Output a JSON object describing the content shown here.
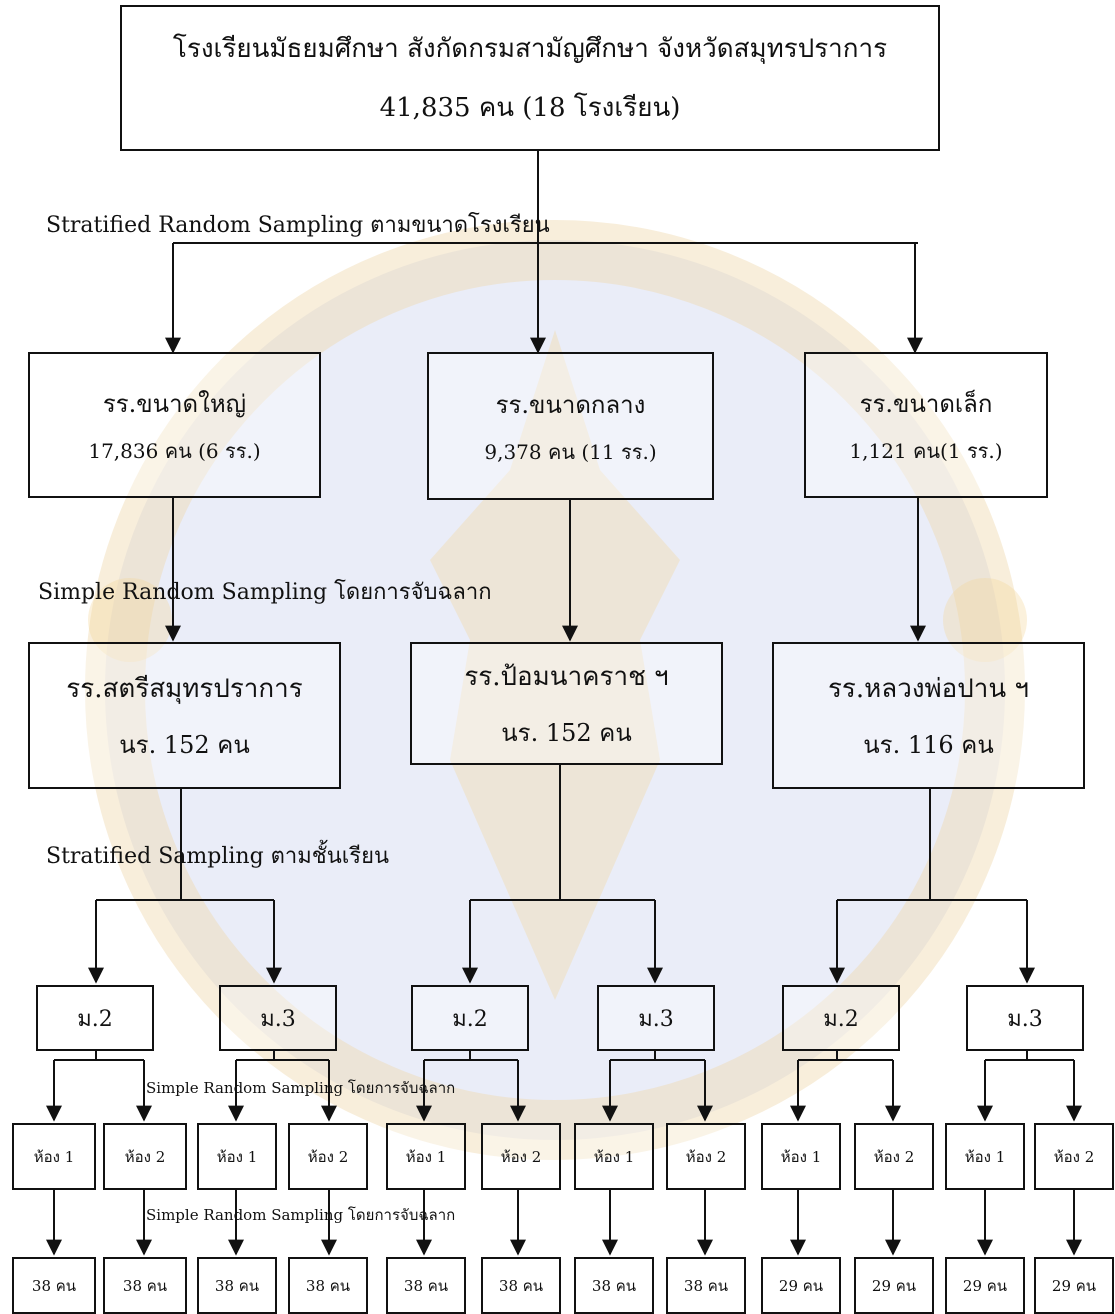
{
  "root": {
    "title": "โรงเรียนมัธยมศึกษา สังกัดกรมสามัญศึกษา จังหวัดสมุทรปราการ",
    "subtitle": "41,835 คน (18 โรงเรียน)"
  },
  "labels": {
    "stratified_by_school_size": "Stratified Random Sampling ตามขนาดโรงเรียน",
    "simple_random_1": "Simple Random Sampling โดยการจับฉลาก",
    "stratified_by_grade": "Stratified Sampling ตามชั้นเรียน",
    "simple_random_2": "Simple Random Sampling โดยการจับฉลาก",
    "simple_random_3": "Simple Random Sampling โดยการจับฉลาก"
  },
  "size_groups": [
    {
      "name": "รร.ขนาดใหญ่",
      "count": "17,836 คน (6 รร.)"
    },
    {
      "name": "รร.ขนาดกลาง",
      "count": "9,378 คน (11 รร.)"
    },
    {
      "name": "รร.ขนาดเล็ก",
      "count": "1,121 คน(1 รร.)"
    }
  ],
  "schools": [
    {
      "name": "รร.สตรีสมุทรปราการ",
      "count": "นร. 152 คน"
    },
    {
      "name": "รร.ป้อมนาคราช ฯ",
      "count": "นร. 152 คน"
    },
    {
      "name": "รร.หลวงพ่อปาน ฯ",
      "count": "นร. 116 คน"
    }
  ],
  "grades": [
    "ม.2",
    "ม.3",
    "ม.2",
    "ม.3",
    "ม.2",
    "ม.3"
  ],
  "rooms": [
    "ห้อง 1",
    "ห้อง 2",
    "ห้อง 1",
    "ห้อง 2",
    "ห้อง 1",
    "ห้อง 2",
    "ห้อง 1",
    "ห้อง 2",
    "ห้อง 1",
    "ห้อง 2",
    "ห้อง 1",
    "ห้อง 2"
  ],
  "samples": [
    "38 คน",
    "38 คน",
    "38 คน",
    "38 คน",
    "38 คน",
    "38 คน",
    "38 คน",
    "38 คน",
    "29 คน",
    "29 คน",
    "29 คน",
    "29 คน"
  ],
  "colors": {
    "line": "#111111",
    "watermark_blue": "#9fb0e0",
    "watermark_gold": "#e3b26a"
  }
}
